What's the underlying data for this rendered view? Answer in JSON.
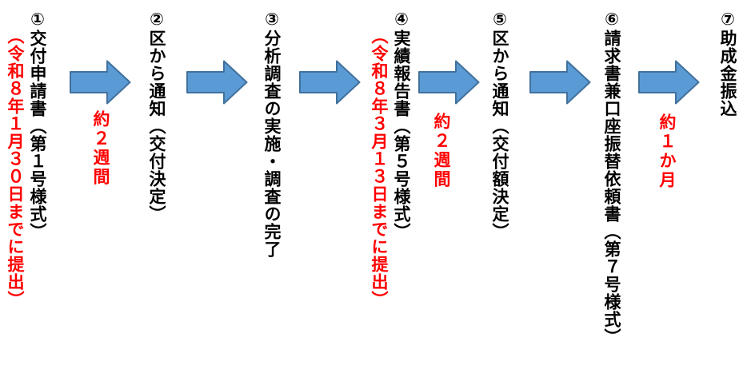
{
  "diagram": {
    "type": "process-flow",
    "orientation": "left-to-right, vertical Japanese text",
    "colors": {
      "background": "#ffffff",
      "step_label": "#000000",
      "deadline_and_duration": "#FF0000",
      "arrow_fill": "#5B9BD5",
      "arrow_border": "#41719C"
    },
    "steps": [
      {
        "label": "①交付申請書（第１号様式）",
        "deadline": "（令和８年１月３０日までに提出）"
      },
      {
        "label": "②区から通知（交付決定）"
      },
      {
        "label": "③分析調査の実施・調査の完了"
      },
      {
        "label": "④実績報告書（第５号様式）",
        "deadline": "（令和８年３月１３日までに提出）"
      },
      {
        "label": "⑤区から通知（交付額決定）"
      },
      {
        "label": "⑥請求書兼口座振替依頼書（第７号様式）"
      },
      {
        "label": "⑦助成金振込"
      }
    ],
    "arrows": [
      {
        "from": 1,
        "to": 2,
        "duration": "約２週間"
      },
      {
        "from": 2,
        "to": 3,
        "duration": ""
      },
      {
        "from": 3,
        "to": 4,
        "duration": ""
      },
      {
        "from": 4,
        "to": 5,
        "duration": "約２週間"
      },
      {
        "from": 5,
        "to": 6,
        "duration": ""
      },
      {
        "from": 6,
        "to": 7,
        "duration": "約１か月"
      }
    ]
  }
}
